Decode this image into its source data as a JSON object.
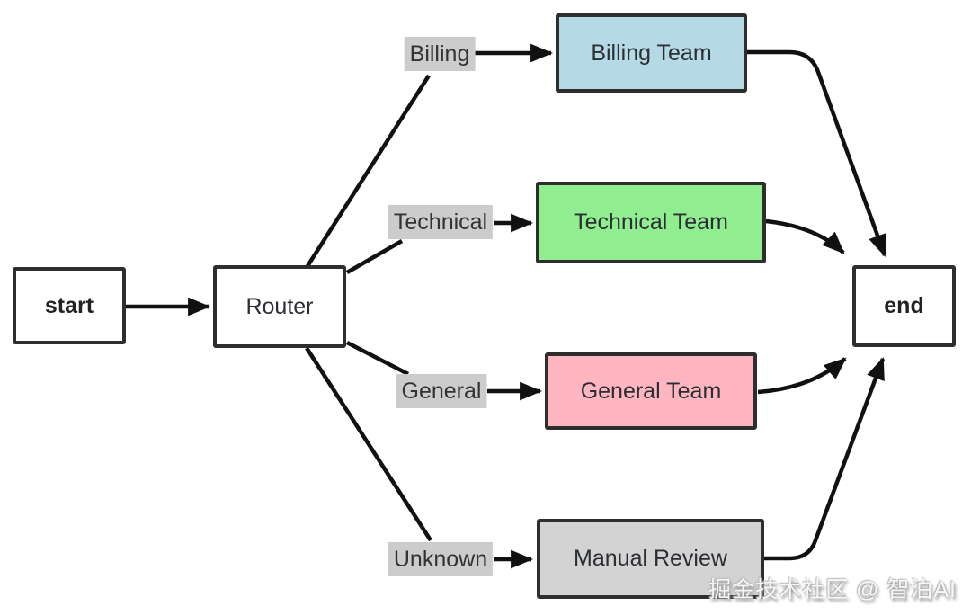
{
  "diagram": {
    "nodes": {
      "start": {
        "label": "start"
      },
      "router": {
        "label": "Router"
      },
      "billing_team": {
        "label": "Billing Team",
        "fill": "#b5d9e5"
      },
      "technical_team": {
        "label": "Technical Team",
        "fill": "#90ee90"
      },
      "general_team": {
        "label": "General Team",
        "fill": "#ffb6c1"
      },
      "manual_review": {
        "label": "Manual Review",
        "fill": "#d3d3d3"
      },
      "end": {
        "label": "end"
      }
    },
    "edge_labels": {
      "billing": {
        "label": "Billing"
      },
      "technical": {
        "label": "Technical"
      },
      "general": {
        "label": "General"
      },
      "unknown": {
        "label": "Unknown"
      }
    },
    "colors": {
      "edge_stroke": "#111111",
      "node_border": "#2e2e2e",
      "edge_label_bg": "#cccccc",
      "node_text": "#2b2f33",
      "background": "#ffffff"
    }
  },
  "watermark": {
    "text": "掘金技术社区 @ 智泊AI"
  }
}
